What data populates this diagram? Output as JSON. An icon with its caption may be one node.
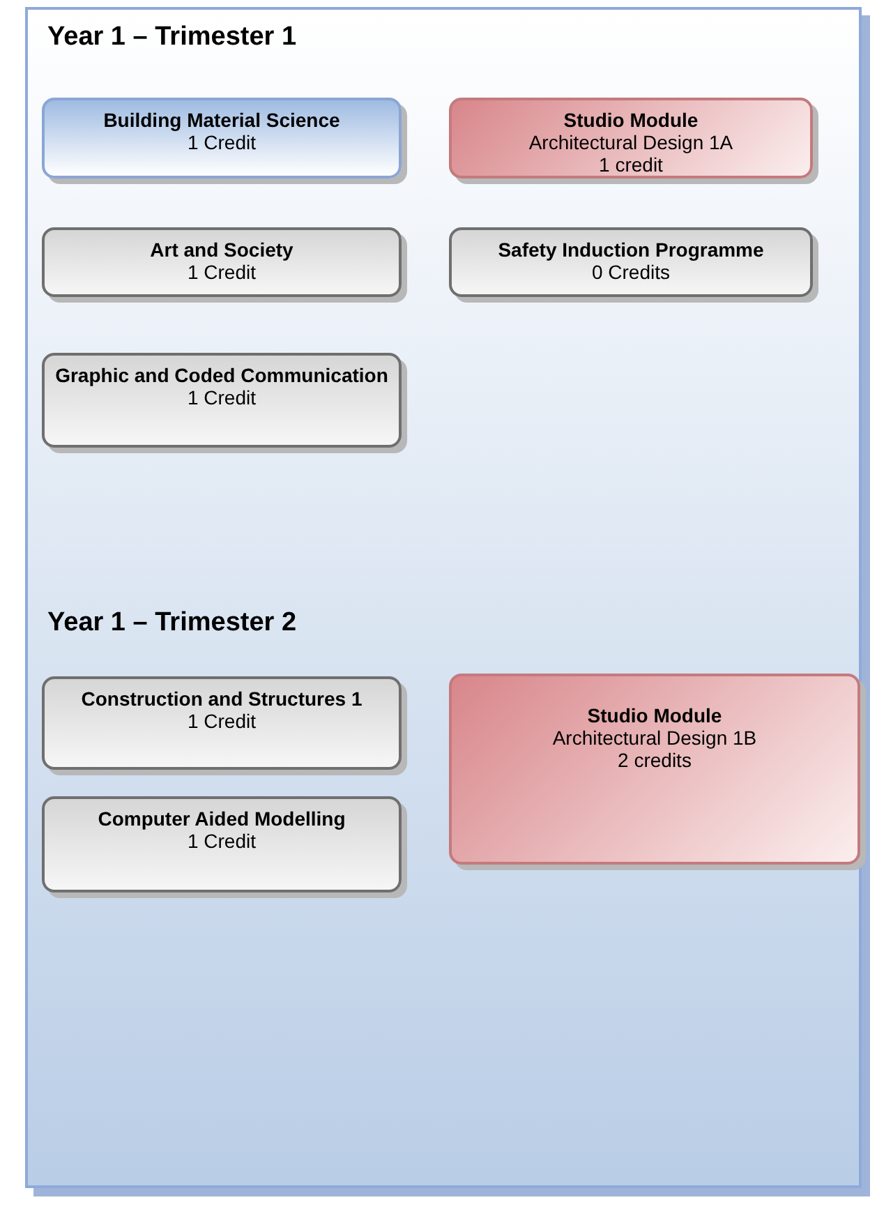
{
  "diagram": {
    "nodes": [
      {
        "text": [
          "Building Material Science",
          "1 Credit"
        ]
      },
      {
        "text": [
          "Studio Module",
          "Architectural Design 1A",
          "1 credit"
        ]
      },
      {
        "text": [
          "Art and Society",
          "1 Credit"
        ]
      },
      {
        "text": [
          "Safety Induction Programme",
          "0 Credits"
        ]
      },
      {
        "text": [
          "Graphic and Coded Communication",
          "1 Credit"
        ]
      },
      {
        "text": [
          "Construction and Structures 1",
          "1 Credit"
        ]
      },
      {
        "text": [
          "Studio Module",
          "Architectural Design 1B",
          "2 credits"
        ]
      },
      {
        "text": [
          "Computer Aided Modelling",
          "1 Credit"
        ]
      }
    ],
    "edges": [],
    "labels": [
      "Year 1 – Trimester 1",
      "Year 1 – Trimester 2"
    ]
  }
}
